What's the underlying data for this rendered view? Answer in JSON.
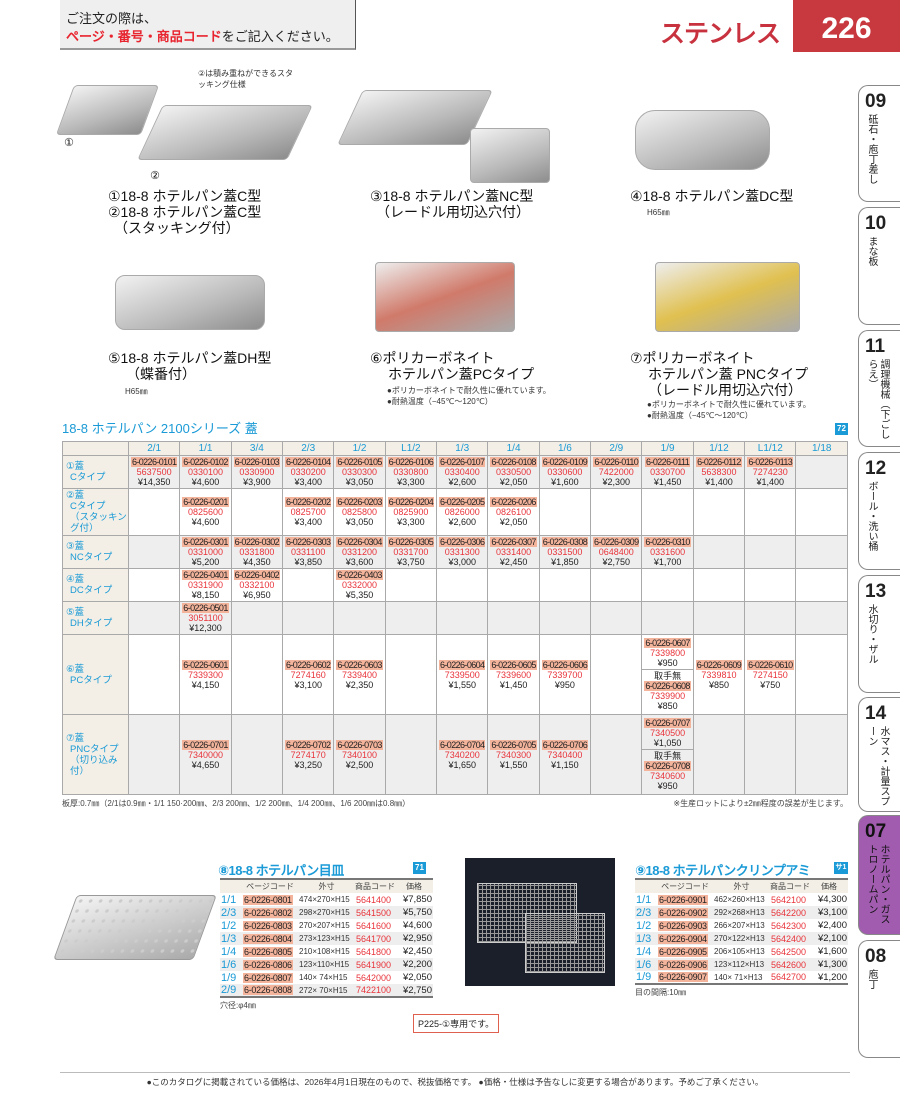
{
  "header": {
    "line1": "ご注文の際は、",
    "line2_red": "ページ・番号・商品コード",
    "line2_rest": "をご記入ください。",
    "category": "ステンレス",
    "page": "226"
  },
  "products": [
    {
      "stack_note": "②は積み重ねができるスタッキング仕様",
      "num1": "①",
      "num2": "②",
      "lines": [
        "①18-8 ホテルパン蓋C型",
        "②18-8 ホテルパン蓋C型",
        "（スタッキング付）"
      ]
    },
    {
      "lines": [
        "③18-8 ホテルパン蓋NC型",
        "（レードル用切込穴付）"
      ]
    },
    {
      "lines": [
        "④18-8 ホテルパン蓋DC型"
      ],
      "note": "H65㎜"
    },
    {
      "lines": [
        "⑤18-8 ホテルパン蓋DH型",
        "（蝶番付）"
      ],
      "note": "H65㎜"
    },
    {
      "lines": [
        "⑥ポリカーボネイト",
        "ホテルパン蓋PCタイプ"
      ],
      "bullets": [
        "●ポリカーボネイトで耐久性に優れています。",
        "●耐熱温度（−45℃〜120℃）"
      ]
    },
    {
      "lines": [
        "⑦ポリカーボネイト",
        "ホテルパン蓋 PNCタイプ",
        "（レードル用切込穴付）"
      ],
      "bullets": [
        "●ポリカーボネイトで耐久性に優れています。",
        "●耐熱温度（−45℃〜120℃）"
      ]
    }
  ],
  "lid_table": {
    "title": "18-8 ホテルパン 2100シリーズ 蓋",
    "ref": "72",
    "columns": [
      "2/1",
      "1/1",
      "3/4",
      "2/3",
      "1/2",
      "L1/2",
      "1/3",
      "1/4",
      "1/6",
      "2/9",
      "1/9",
      "1/12",
      "L1/12",
      "1/18"
    ],
    "rows": [
      {
        "label": [
          "①蓋",
          "Cタイプ"
        ],
        "cells": [
          [
            "6-0226-0101",
            "5637500",
            "¥14,350"
          ],
          [
            "6-0226-0102",
            "0330100",
            "¥4,600"
          ],
          [
            "6-0226-0103",
            "0330900",
            "¥3,900"
          ],
          [
            "6-0226-0104",
            "0330200",
            "¥3,400"
          ],
          [
            "6-0226-0105",
            "0330300",
            "¥3,050"
          ],
          [
            "6-0226-0106",
            "0330800",
            "¥3,300"
          ],
          [
            "6-0226-0107",
            "0330400",
            "¥2,600"
          ],
          [
            "6-0226-0108",
            "0330500",
            "¥2,050"
          ],
          [
            "6-0226-0109",
            "0330600",
            "¥1,600"
          ],
          [
            "6-0226-0110",
            "7422000",
            "¥2,300"
          ],
          [
            "6-0226-0111",
            "0330700",
            "¥1,450"
          ],
          [
            "6-0226-0112",
            "5638300",
            "¥1,400"
          ],
          [
            "6-0226-0113",
            "7274230",
            "¥1,400"
          ],
          null
        ]
      },
      {
        "label": [
          "②蓋",
          "Cタイプ",
          "（スタッキング付）"
        ],
        "cells": [
          null,
          [
            "6-0226-0201",
            "0825600",
            "¥4,600"
          ],
          null,
          [
            "6-0226-0202",
            "0825700",
            "¥3,400"
          ],
          [
            "6-0226-0203",
            "0825800",
            "¥3,050"
          ],
          [
            "6-0226-0204",
            "0825900",
            "¥3,300"
          ],
          [
            "6-0226-0205",
            "0826000",
            "¥2,600"
          ],
          [
            "6-0226-0206",
            "0826100",
            "¥2,050"
          ],
          null,
          null,
          null,
          null,
          null,
          null
        ]
      },
      {
        "label": [
          "③蓋",
          "NCタイプ"
        ],
        "cells": [
          null,
          [
            "6-0226-0301",
            "0331000",
            "¥5,200"
          ],
          [
            "6-0226-0302",
            "0331800",
            "¥4,350"
          ],
          [
            "6-0226-0303",
            "0331100",
            "¥3,850"
          ],
          [
            "6-0226-0304",
            "0331200",
            "¥3,600"
          ],
          [
            "6-0226-0305",
            "0331700",
            "¥3,750"
          ],
          [
            "6-0226-0306",
            "0331300",
            "¥3,000"
          ],
          [
            "6-0226-0307",
            "0331400",
            "¥2,450"
          ],
          [
            "6-0226-0308",
            "0331500",
            "¥1,850"
          ],
          [
            "6-0226-0309",
            "0648400",
            "¥2,750"
          ],
          [
            "6-0226-0310",
            "0331600",
            "¥1,700"
          ],
          null,
          null,
          null
        ]
      },
      {
        "label": [
          "④蓋",
          "DCタイプ"
        ],
        "cells": [
          null,
          [
            "6-0226-0401",
            "0331900",
            "¥8,150"
          ],
          [
            "6-0226-0402",
            "0332100",
            "¥6,950"
          ],
          null,
          [
            "6-0226-0403",
            "0332000",
            "¥5,350"
          ],
          null,
          null,
          null,
          null,
          null,
          null,
          null,
          null,
          null
        ]
      },
      {
        "label": [
          "⑤蓋",
          "DHタイプ"
        ],
        "cells": [
          null,
          [
            "6-0226-0501",
            "3051100",
            "¥12,300"
          ],
          null,
          null,
          null,
          null,
          null,
          null,
          null,
          null,
          null,
          null,
          null,
          null
        ]
      },
      {
        "label": [
          "⑥蓋",
          "PCタイプ"
        ],
        "cells": [
          null,
          [
            "6-0226-0601",
            "7339300",
            "¥4,150"
          ],
          null,
          [
            "6-0226-0602",
            "7274160",
            "¥3,100"
          ],
          [
            "6-0226-0603",
            "7339400",
            "¥2,350"
          ],
          null,
          [
            "6-0226-0604",
            "7339500",
            "¥1,550"
          ],
          [
            "6-0226-0605",
            "7339600",
            "¥1,450"
          ],
          [
            "6-0226-0606",
            "7339700",
            "¥950"
          ],
          null,
          [
            "6-0226-0607",
            "7339800",
            "¥950",
            "取手無",
            "6-0226-0608",
            "7339900",
            "¥850"
          ],
          [
            "6-0226-0609",
            "7339810",
            "¥850"
          ],
          [
            "6-0226-0610",
            "7274150",
            "¥750"
          ],
          null
        ]
      },
      {
        "label": [
          "⑦蓋",
          "PNCタイプ",
          "（切り込み付）"
        ],
        "cells": [
          null,
          [
            "6-0226-0701",
            "7340000",
            "¥4,650"
          ],
          null,
          [
            "6-0226-0702",
            "7274170",
            "¥3,250"
          ],
          [
            "6-0226-0703",
            "7340100",
            "¥2,500"
          ],
          null,
          [
            "6-0226-0704",
            "7340200",
            "¥1,650"
          ],
          [
            "6-0226-0705",
            "7340300",
            "¥1,550"
          ],
          [
            "6-0226-0706",
            "7340400",
            "¥1,150"
          ],
          null,
          [
            "6-0226-0707",
            "7340500",
            "¥1,050",
            "取手無",
            "6-0226-0708",
            "7340600",
            "¥950"
          ],
          null,
          null,
          null
        ]
      }
    ],
    "note_left": "板厚:0.7㎜（2/1は0.9㎜・1/1 150·200㎜、2/3 200㎜、1/2 200㎜、1/4 200㎜、1/6 200㎜は0.8㎜）",
    "note_right": "※生産ロットにより±2㎜程度の誤差が生じます。"
  },
  "plate": {
    "title": "⑧18-8 ホテルパン目皿",
    "ref": "71",
    "headers": [
      "",
      "ページコード",
      "外寸",
      "商品コード",
      "価格"
    ],
    "rows": [
      [
        "1/1",
        "6-0226-0801",
        "474×270×H15",
        "5641400",
        "¥7,850"
      ],
      [
        "2/3",
        "6-0226-0802",
        "298×270×H15",
        "5641500",
        "¥5,750"
      ],
      [
        "1/2",
        "6-0226-0803",
        "270×207×H15",
        "5641600",
        "¥4,600"
      ],
      [
        "1/3",
        "6-0226-0804",
        "273×123×H15",
        "5641700",
        "¥2,950"
      ],
      [
        "1/4",
        "6-0226-0805",
        "210×108×H15",
        "5641800",
        "¥2,450"
      ],
      [
        "1/6",
        "6-0226-0806",
        "123×110×H15",
        "5641900",
        "¥2,200"
      ],
      [
        "1/9",
        "6-0226-0807",
        "140× 74×H15",
        "5642000",
        "¥2,050"
      ],
      [
        "2/9",
        "6-0226-0808",
        "272× 70×H15",
        "7422100",
        "¥2,750"
      ]
    ],
    "note": "穴径:φ4㎜"
  },
  "rack": {
    "title": "⑨18-8 ホテルパンクリンプアミ",
    "ref": "サ1",
    "headers": [
      "",
      "ページコード",
      "外寸",
      "商品コード",
      "価格"
    ],
    "rows": [
      [
        "1/1",
        "6-0226-0901",
        "462×260×H13",
        "5642100",
        "¥4,300"
      ],
      [
        "2/3",
        "6-0226-0902",
        "292×268×H13",
        "5642200",
        "¥3,100"
      ],
      [
        "1/2",
        "6-0226-0903",
        "266×207×H13",
        "5642300",
        "¥2,400"
      ],
      [
        "1/3",
        "6-0226-0904",
        "270×122×H13",
        "5642400",
        "¥2,100"
      ],
      [
        "1/4",
        "6-0226-0905",
        "206×105×H13",
        "5642500",
        "¥1,600"
      ],
      [
        "1/6",
        "6-0226-0906",
        "123×112×H13",
        "5642600",
        "¥1,300"
      ],
      [
        "1/9",
        "6-0226-0907",
        "140× 71×H13",
        "5642700",
        "¥1,200"
      ]
    ],
    "note": "目の間隔:10㎜"
  },
  "p225_note": "P225-①専用です。",
  "footer": "●このカタログに掲載されている価格は、2026年4月1日現在のもので、税抜価格です。 ●価格・仕様は予告なしに変更する場合があります。予めご了承ください。",
  "side_tabs": [
    {
      "num": "09",
      "label": "砥石・庖丁差し"
    },
    {
      "num": "10",
      "label": "まな板"
    },
    {
      "num": "11",
      "label": "調理機械（下ごしらえ）"
    },
    {
      "num": "12",
      "label": "ボール・洗い桶"
    },
    {
      "num": "13",
      "label": "水切り・ザル"
    },
    {
      "num": "14",
      "label": "水マス・計量スプーン"
    },
    {
      "num": "07",
      "label": "ホテルパン・ガストロノームパン",
      "active": true
    },
    {
      "num": "08",
      "label": "庖丁"
    }
  ],
  "colors": {
    "accent_blue": "#1a9ad6",
    "red": "#c8383f",
    "item_red": "#e8333a",
    "active_tab": "#a15cb0"
  }
}
